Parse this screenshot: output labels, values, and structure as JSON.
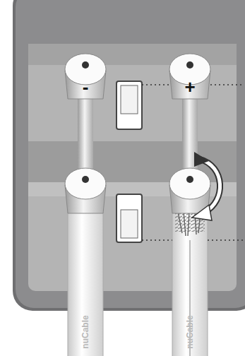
{
  "diagram": {
    "labels": [
      "-",
      "+",
      "nuCable",
      "nuCable"
    ]
  }
}
